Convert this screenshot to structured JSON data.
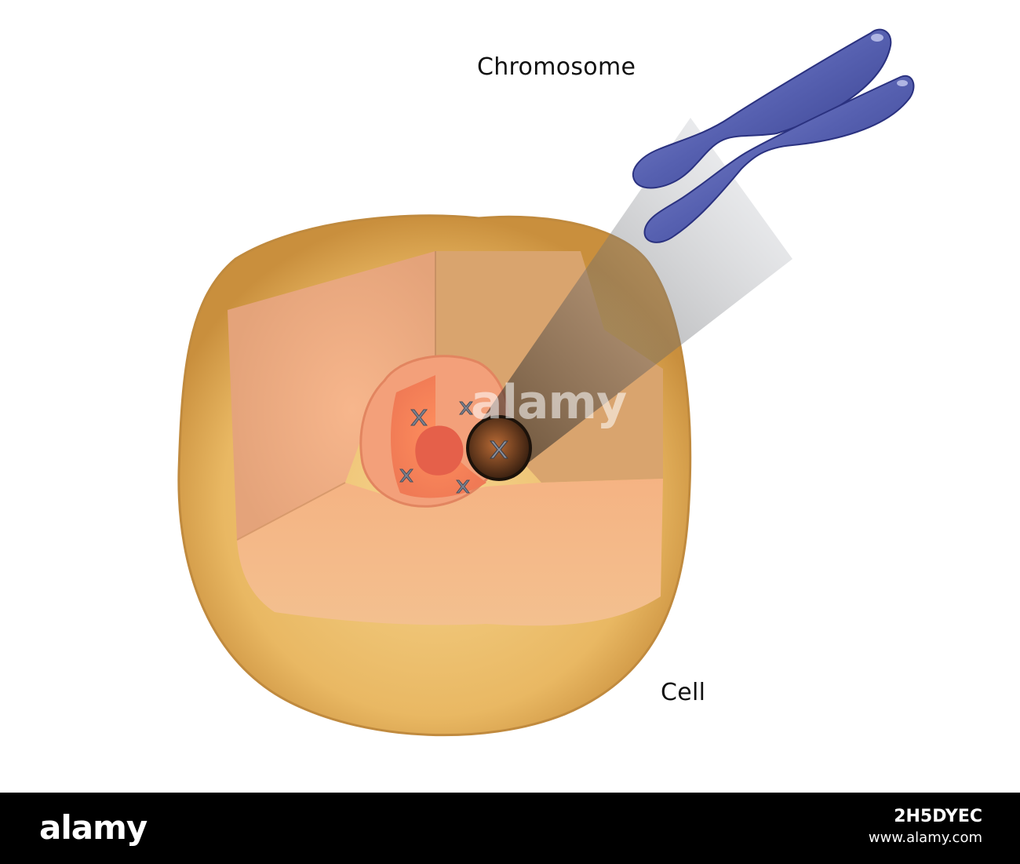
{
  "labels": {
    "chromosome": "Chromosome",
    "cell": "Cell"
  },
  "watermark": {
    "text": "alamy"
  },
  "footer": {
    "logo": "alamy",
    "image_id": "2H5DYEC",
    "url": "www.alamy.com"
  },
  "colors": {
    "cell_membrane": "#e7b25c",
    "cytoplasm": "#f0ad7d",
    "nucleus": "#f07f55",
    "nucleolus": "#e5604a",
    "chromosome": "#5a64b0",
    "footer_bg": "#000000"
  }
}
